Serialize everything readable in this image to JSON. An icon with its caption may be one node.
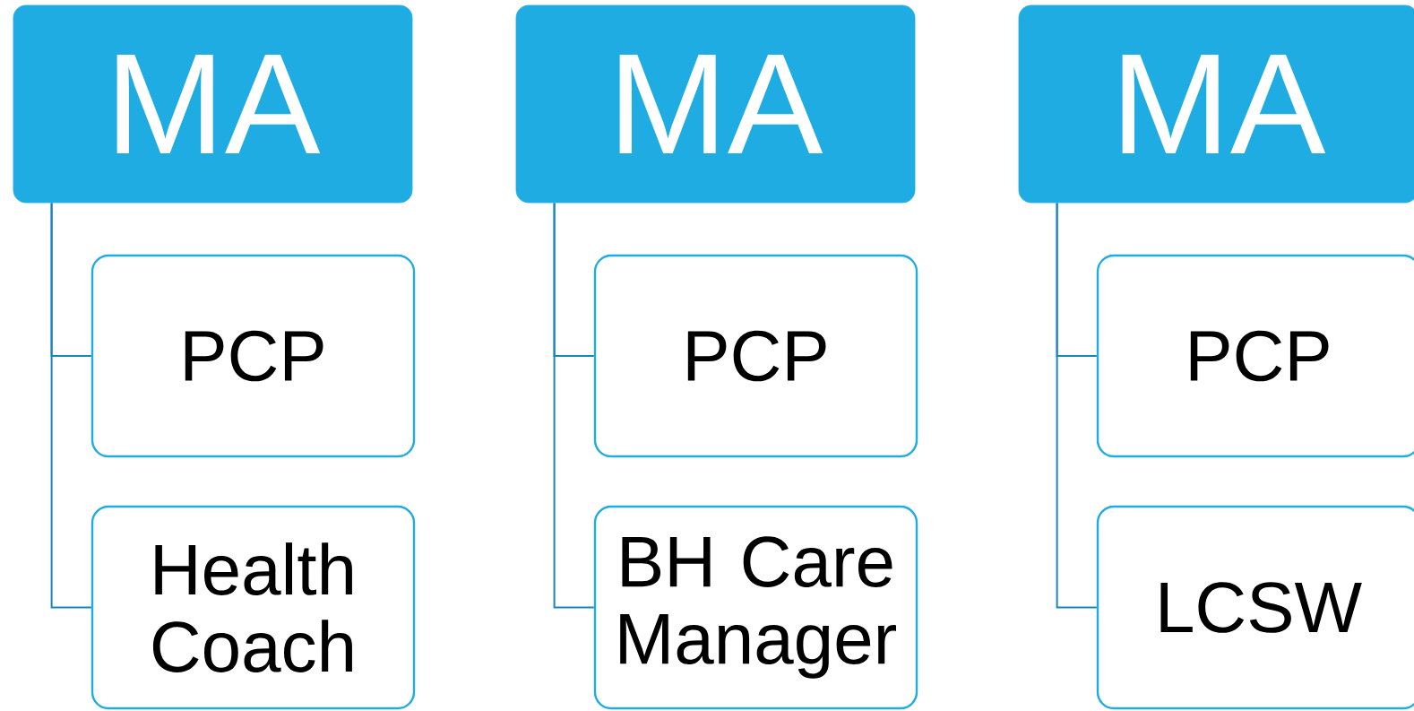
{
  "diagram": {
    "nodes": [
      {
        "text": [
          "MA"
        ]
      },
      {
        "text": [
          "PCP"
        ]
      },
      {
        "text": [
          "Health Coach"
        ]
      },
      {
        "text": [
          "MA"
        ]
      },
      {
        "text": [
          "PCP"
        ]
      },
      {
        "text": [
          "BH Care Manager"
        ]
      },
      {
        "text": [
          "MA"
        ]
      },
      {
        "text": [
          "PCP"
        ]
      },
      {
        "text": [
          "LCSW"
        ]
      }
    ],
    "edges": [
      {
        "from": 0,
        "to": 1,
        "arrow": "none"
      },
      {
        "from": 0,
        "to": 2,
        "arrow": "none"
      },
      {
        "from": 3,
        "to": 4,
        "arrow": "none"
      },
      {
        "from": 3,
        "to": 5,
        "arrow": "none"
      },
      {
        "from": 6,
        "to": 7,
        "arrow": "none"
      },
      {
        "from": 6,
        "to": 8,
        "arrow": "none"
      }
    ]
  }
}
